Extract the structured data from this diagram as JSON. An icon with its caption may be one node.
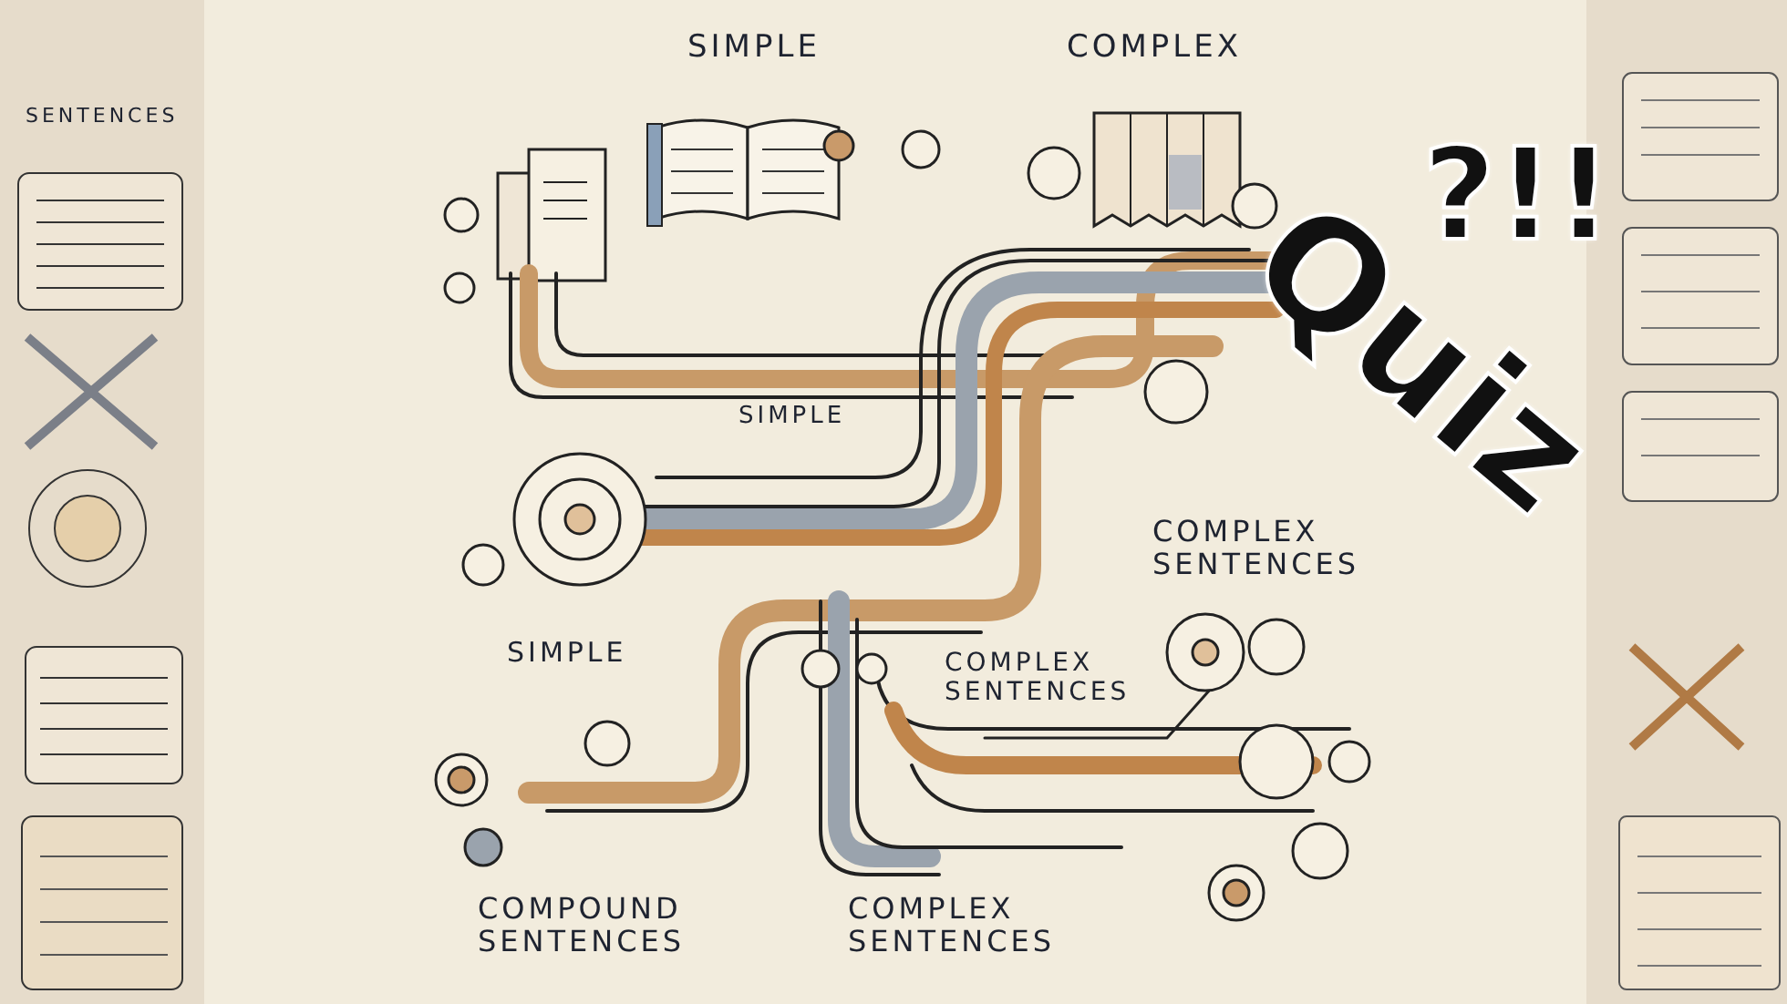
{
  "diagram": {
    "labels": [
      "SIMPLE",
      "COMPLEX",
      "SENTENCES",
      "SIMPLE",
      "COMPLEX SENTENCES",
      "SIMPLE",
      "COMPLEX SENTENCES",
      "COMPOUND SENTENCES",
      "COMPLEX SENTENCES",
      "?!!",
      "Quiz"
    ]
  }
}
